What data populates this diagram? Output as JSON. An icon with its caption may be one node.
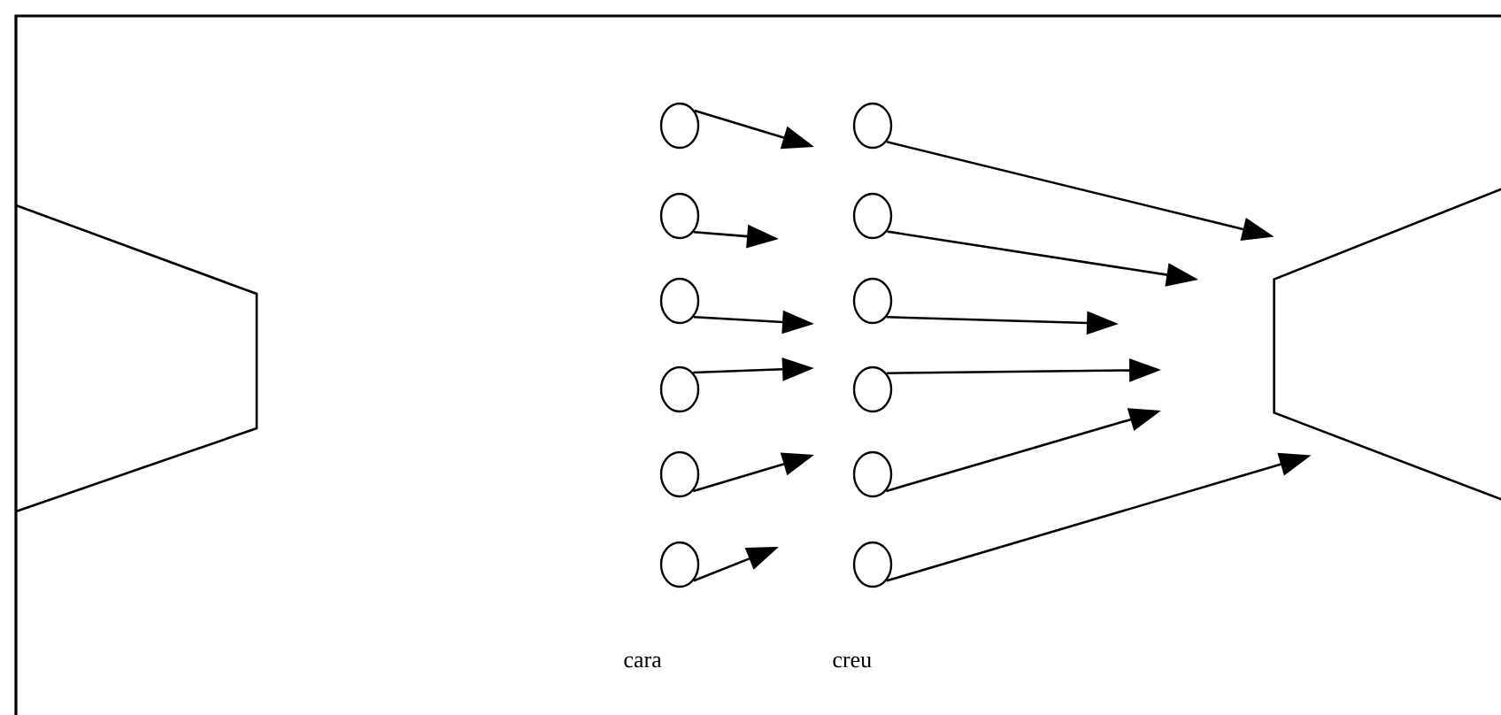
{
  "diagram": {
    "nodes": [
      {
        "text": [],
        "shape": "circle"
      },
      {
        "text": [],
        "shape": "circle"
      },
      {
        "text": [],
        "shape": "circle"
      },
      {
        "text": [],
        "shape": "circle"
      },
      {
        "text": [],
        "shape": "circle"
      },
      {
        "text": [],
        "shape": "circle"
      },
      {
        "text": [],
        "shape": "circle"
      },
      {
        "text": [],
        "shape": "circle"
      },
      {
        "text": [],
        "shape": "circle"
      },
      {
        "text": [],
        "shape": "circle"
      },
      {
        "text": [],
        "shape": "circle"
      },
      {
        "text": [],
        "shape": "circle"
      },
      {
        "text": [],
        "shape": "trapezoid"
      }
    ],
    "edges": [
      {
        "from": 0,
        "to": null,
        "arrow": "to"
      },
      {
        "from": 2,
        "to": null,
        "arrow": "to"
      },
      {
        "from": 4,
        "to": null,
        "arrow": "to"
      },
      {
        "from": 6,
        "to": null,
        "arrow": "to"
      },
      {
        "from": 8,
        "to": null,
        "arrow": "to"
      },
      {
        "from": 10,
        "to": null,
        "arrow": "to"
      },
      {
        "from": 1,
        "to": 12,
        "arrow": "to"
      },
      {
        "from": 3,
        "to": null,
        "arrow": "to"
      },
      {
        "from": 5,
        "to": null,
        "arrow": "to"
      },
      {
        "from": 7,
        "to": null,
        "arrow": "to"
      },
      {
        "from": 9,
        "to": null,
        "arrow": "to"
      },
      {
        "from": 11,
        "to": 12,
        "arrow": "to"
      }
    ],
    "labels": [
      "cara",
      "creu"
    ]
  }
}
